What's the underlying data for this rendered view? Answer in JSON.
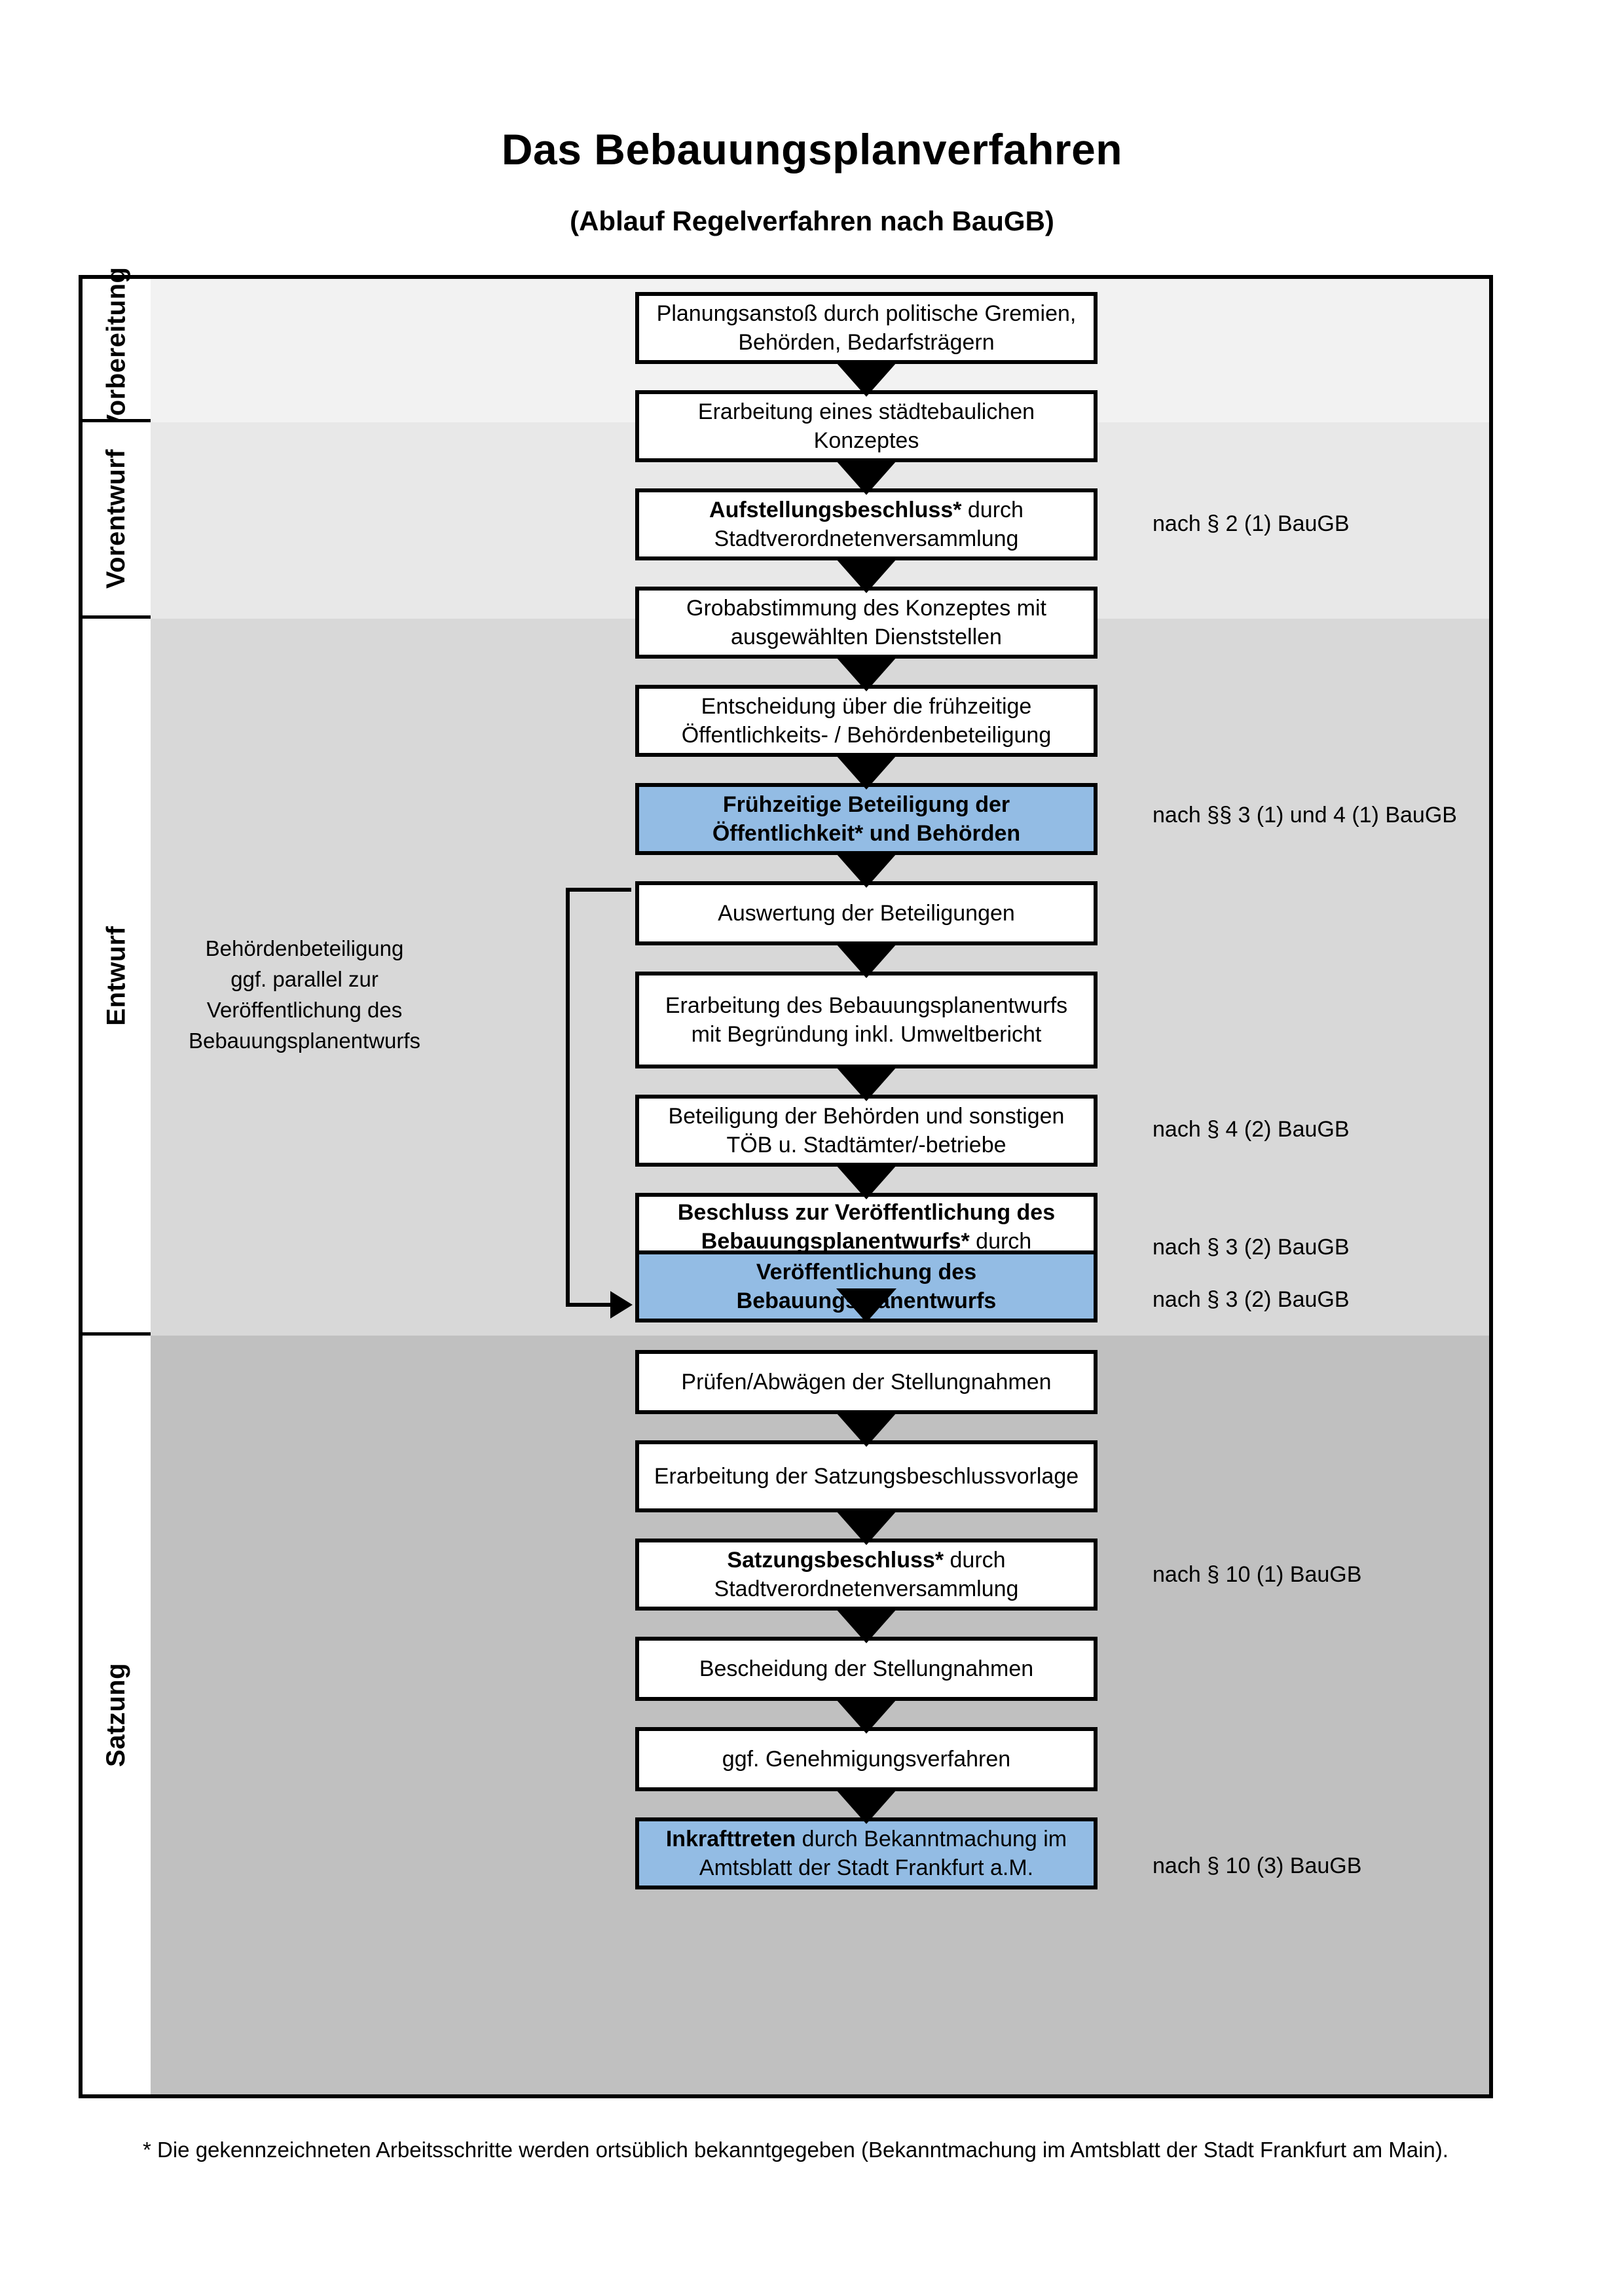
{
  "header": {
    "title": "Das Bebauungsplanverfahren",
    "subtitle": "(Ablauf Regelverfahren nach BauGB)"
  },
  "colors": {
    "highlight_box": "#93bce4",
    "band_vorbereitung": "#f2f2f2",
    "band_vorentwurf": "#e8e8e8",
    "band_entwurf": "#d8d8d8",
    "band_satzung": "#c0c0c0",
    "border": "#000000"
  },
  "phases": [
    {
      "id": "vorbereitung",
      "label": "Vorbereitung"
    },
    {
      "id": "vorentwurf",
      "label": "Vorentwurf"
    },
    {
      "id": "entwurf",
      "label": "Entwurf"
    },
    {
      "id": "satzung",
      "label": "Satzung"
    }
  ],
  "annotation": {
    "entwurf_side_note": "Behördenbeteiligung\nggf. parallel zur\nVeröffentlichung des\nBebauungsplanentwurfs"
  },
  "steps": [
    {
      "id": "planungsanstoss",
      "phase": "vorbereitung",
      "highlighted": false,
      "bold_part": "",
      "plain_part": "Planungsanstoß durch politische Gremien, Behörden, Bedarfsträgern"
    },
    {
      "id": "konzept",
      "phase": "vorbereitung",
      "highlighted": false,
      "bold_part": "",
      "plain_part": "Erarbeitung eines städtebaulichen Konzeptes"
    },
    {
      "id": "aufstellungsbeschluss",
      "phase": "vorbereitung",
      "highlighted": false,
      "bold_part": "Aufstellungsbeschluss*",
      "plain_part": " durch Stadtverordnetenversammlung"
    },
    {
      "id": "grobabstimmung",
      "phase": "vorentwurf",
      "highlighted": false,
      "bold_part": "",
      "plain_part": "Grobabstimmung des Konzeptes mit ausgewählten Dienststellen"
    },
    {
      "id": "entscheidung",
      "phase": "vorentwurf",
      "highlighted": false,
      "bold_part": "",
      "plain_part": "Entscheidung über die frühzeitige Öffentlichkeits- / Behördenbeteiligung"
    },
    {
      "id": "fruehzeitige-beteiligung",
      "phase": "vorentwurf",
      "highlighted": true,
      "bold_part": "Frühzeitige Beteiligung der Öffentlichkeit* und Behörden",
      "plain_part": ""
    },
    {
      "id": "auswertung",
      "phase": "entwurf",
      "highlighted": false,
      "bold_part": "",
      "plain_part": "Auswertung der Beteiligungen"
    },
    {
      "id": "erarbeitung-entwurf",
      "phase": "entwurf",
      "highlighted": false,
      "bold_part": "",
      "plain_part": "Erarbeitung des Bebauungsplanentwurfs mit Begründung inkl. Umweltbericht"
    },
    {
      "id": "beteiligung-behoerden",
      "phase": "entwurf",
      "highlighted": false,
      "bold_part": "",
      "plain_part": "Beteiligung der Behörden und sonstigen TÖB u. Stadtämter/-betriebe"
    },
    {
      "id": "beschluss-veroeffentlichung",
      "phase": "entwurf",
      "highlighted": false,
      "bold_part": "Beschluss zur Veröffentlichung des Bebauungsplanentwurfs*",
      "plain_part": " durch Stadtverordnetenversammlung"
    },
    {
      "id": "veroeffentlichung",
      "phase": "entwurf",
      "highlighted": true,
      "bold_part": "Veröffentlichung des Bebauungsplanentwurfs",
      "plain_part": ""
    },
    {
      "id": "pruefen-abwaegen",
      "phase": "satzung",
      "highlighted": false,
      "bold_part": "",
      "plain_part": "Prüfen/Abwägen der Stellungnahmen"
    },
    {
      "id": "satzungsbeschlussvorlage",
      "phase": "satzung",
      "highlighted": false,
      "bold_part": "",
      "plain_part": "Erarbeitung der Satzungsbeschlussvorlage"
    },
    {
      "id": "satzungsbeschluss",
      "phase": "satzung",
      "highlighted": false,
      "bold_part": "Satzungsbeschluss*",
      "plain_part": " durch Stadtverordnetenversammlung"
    },
    {
      "id": "bescheidung",
      "phase": "satzung",
      "highlighted": false,
      "bold_part": "",
      "plain_part": "Bescheidung der Stellungnahmen"
    },
    {
      "id": "genehmigungsverfahren",
      "phase": "satzung",
      "highlighted": false,
      "bold_part": "",
      "plain_part": "ggf. Genehmigungsverfahren"
    },
    {
      "id": "inkrafttreten",
      "phase": "satzung",
      "highlighted": true,
      "bold_part": "Inkrafttreten",
      "plain_part": " durch Bekanntmachung im Amtsblatt der Stadt Frankfurt a.M."
    }
  ],
  "legal_refs": [
    {
      "id": "ref-aufstellungsbeschluss",
      "text": "nach § 2 (1) BauGB"
    },
    {
      "id": "ref-fruehzeitige-beteiligung",
      "text": "nach §§ 3 (1) und 4 (1) BauGB"
    },
    {
      "id": "ref-beteiligung-behoerden",
      "text": "nach § 4 (2) BauGB"
    },
    {
      "id": "ref-beschluss-veroeffentlichung",
      "text": "nach § 3 (2) BauGB"
    },
    {
      "id": "ref-veroeffentlichung",
      "text": "nach § 3 (2) BauGB"
    },
    {
      "id": "ref-satzungsbeschluss",
      "text": "nach § 10 (1) BauGB"
    },
    {
      "id": "ref-inkrafttreten",
      "text": "nach § 10 (3) BauGB"
    }
  ],
  "footnote": {
    "text": "* Die gekennzeichneten Arbeitsschritte werden ortsüblich bekanntgegeben (Bekanntmachung im Amtsblatt  der Stadt Frankfurt am Main)."
  }
}
